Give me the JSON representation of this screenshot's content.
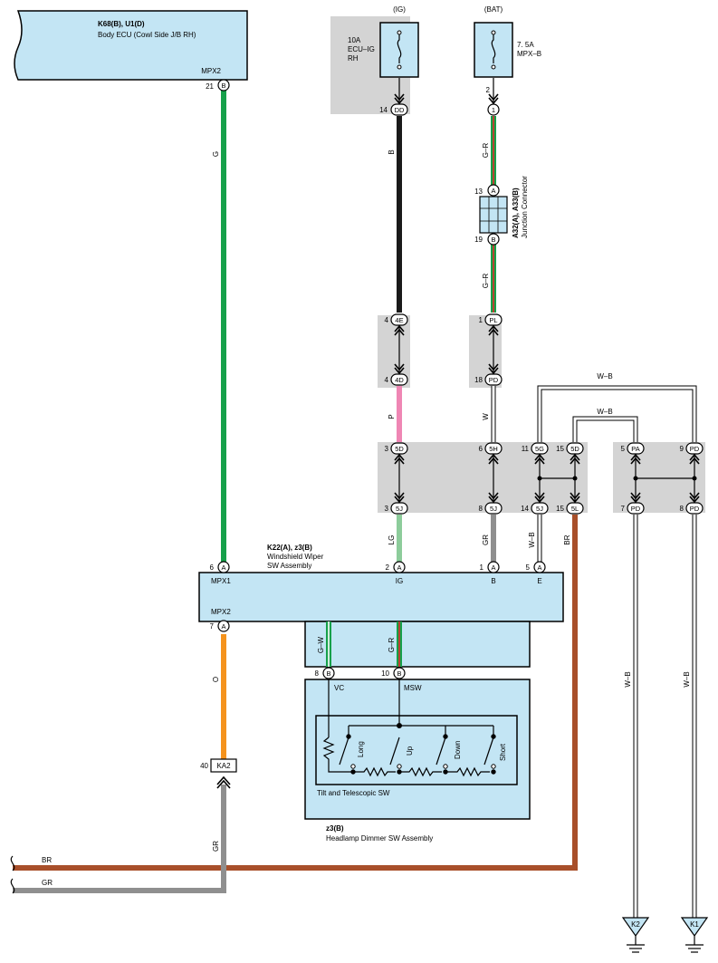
{
  "ecu": {
    "code": "K68(B), U1(D)",
    "name": "Body ECU (Cowl Side J/B RH)",
    "pin_label": "MPX2",
    "pin_no": "21",
    "conn": "B"
  },
  "ig_fuse": {
    "header": "(IG)",
    "line1": "10A",
    "line2": "ECU–IG",
    "line3": "RH",
    "pin_no": "14",
    "conn": "DD"
  },
  "bat_fuse": {
    "header": "(BAT)",
    "line1": "7. 5A",
    "line2": "MPX–B",
    "pin_no": "2",
    "conn": "1"
  },
  "junction": {
    "code": "A32(A), A33(B)",
    "name": "Junction Connector",
    "pin_top": "13",
    "conn_top": "A",
    "pin_bot": "19",
    "conn_bot": "B"
  },
  "wires": {
    "g": "G",
    "b": "B",
    "gr1": "G–R",
    "gr2": "G–R",
    "p": "P",
    "w": "W",
    "wb_top1": "W–B",
    "wb_top2": "W–B",
    "lg": "LG",
    "gr": "GR",
    "wb_v": "W–B",
    "br_v": "BR",
    "o": "O",
    "gw": "G–W",
    "gr_sw": "G–R",
    "wb_left": "W–B",
    "wb_right": "W–B",
    "gr_low": "GR",
    "br_h": "BR",
    "gr_h": "GR"
  },
  "connectors_r1": [
    {
      "pin": "4",
      "conn": "4E"
    },
    {
      "pin": "4",
      "conn": "4D"
    },
    {
      "pin": "1",
      "conn": "PL"
    },
    {
      "pin": "18",
      "conn": "PD"
    }
  ],
  "connectors_r2_top": [
    {
      "pin": "3",
      "conn": "5D"
    },
    {
      "pin": "6",
      "conn": "5H"
    },
    {
      "pin": "11",
      "conn": "5G"
    },
    {
      "pin": "15",
      "conn": "5D"
    },
    {
      "pin": "5",
      "conn": "PA"
    },
    {
      "pin": "9",
      "conn": "PD"
    }
  ],
  "connectors_r2_bot": [
    {
      "pin": "3",
      "conn": "5J"
    },
    {
      "pin": "8",
      "conn": "5J"
    },
    {
      "pin": "14",
      "conn": "5J"
    },
    {
      "pin": "15",
      "conn": "5L"
    },
    {
      "pin": "7",
      "conn": "PD"
    },
    {
      "pin": "8",
      "conn": "PD"
    }
  ],
  "wiper": {
    "code": "K22(A), z3(B)",
    "name1": "Windshield Wiper",
    "name2": "SW Assembly",
    "mpx1": "MPX1",
    "mpx2": "MPX2",
    "ig": "IG",
    "b": "B",
    "e": "E",
    "pin_mpx1": "6",
    "conn_mpx1": "A",
    "pin_ig": "2",
    "conn_ig": "A",
    "pin_b": "1",
    "conn_b": "A",
    "pin_e": "5",
    "conn_e": "A",
    "pin_mpx2": "7",
    "conn_mpx2": "A"
  },
  "headlamp": {
    "code": "z3(B)",
    "name": "Headlamp Dimmer SW Assembly",
    "pin_vc": "8",
    "conn_vc": "B",
    "vc": "VC",
    "pin_msw": "10",
    "conn_msw": "B",
    "msw": "MSW",
    "tilt": "Tilt and Telescopic SW",
    "long": "Long",
    "up": "Up",
    "down": "Down",
    "short": "Short"
  },
  "ka2": {
    "pin": "40",
    "conn": "KA2"
  },
  "grounds": {
    "k2": "K2",
    "k1": "K1"
  },
  "colors": {
    "box_fill": "#c3e5f4",
    "gray_fill": "#d4d4d4",
    "g": "#16a04a",
    "b": "#1a1a1a",
    "p": "#ef86b4",
    "lg": "#8dcc9b",
    "gr": "#8f8f8f",
    "br": "#a84f2a",
    "o": "#f5931d",
    "red": "#e32b2b"
  }
}
